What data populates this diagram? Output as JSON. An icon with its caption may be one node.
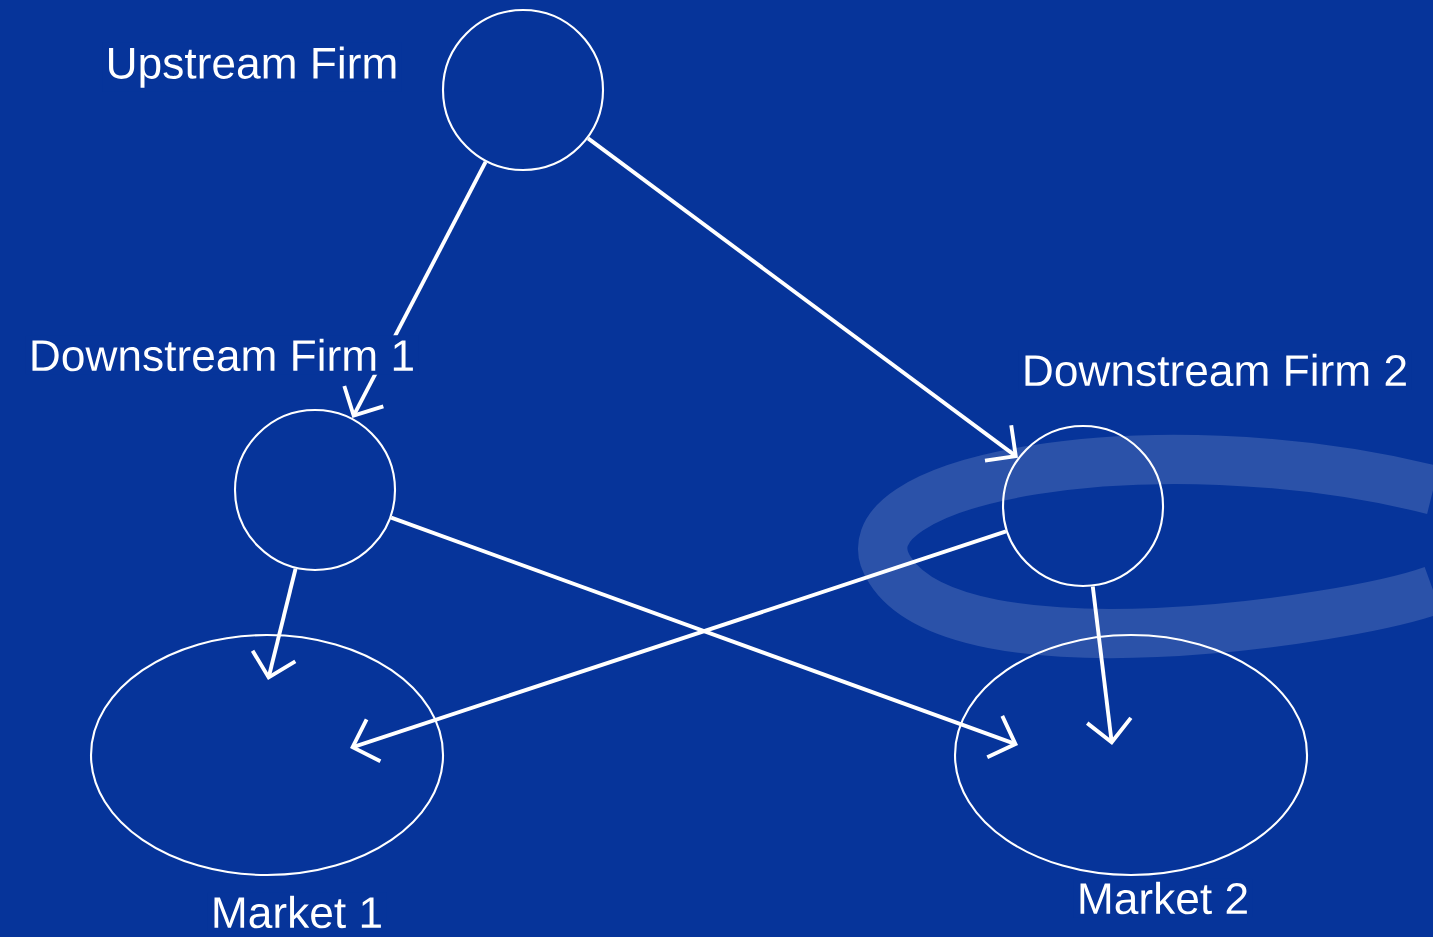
{
  "diagram": {
    "nodes": [
      {
        "text": [
          "Upstream Firm"
        ]
      },
      {
        "text": [
          "Downstream Firm 1"
        ]
      },
      {
        "text": [
          "Downstream Firm 2"
        ]
      },
      {
        "text": [
          "Market 1"
        ]
      },
      {
        "text": [
          "Market 2"
        ]
      }
    ],
    "edges": [
      {
        "from": 0,
        "to": 1,
        "arrow": "to"
      },
      {
        "from": 0,
        "to": 2,
        "arrow": "to"
      },
      {
        "from": 1,
        "to": 3,
        "arrow": "to"
      },
      {
        "from": 1,
        "to": 4,
        "arrow": "to"
      },
      {
        "from": 2,
        "to": 3,
        "arrow": "to"
      },
      {
        "from": 2,
        "to": 4,
        "arrow": "to"
      }
    ]
  }
}
